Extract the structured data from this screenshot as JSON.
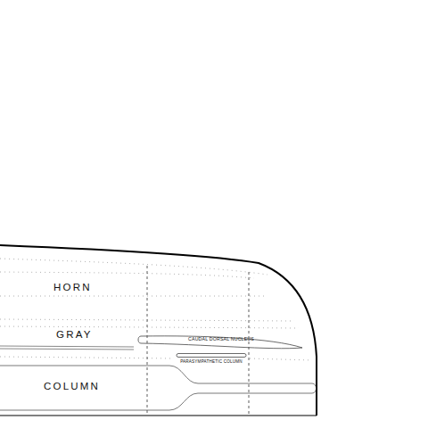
{
  "diagram": {
    "nodes": [
      {
        "text": [
          "CAUDAL DORSAL NUCLEUS"
        ]
      },
      {
        "text": [
          "PARASYMPATHETIC COLUMN"
        ]
      }
    ],
    "labels": [
      "HORN",
      "GRAY",
      "COLUMN"
    ]
  }
}
